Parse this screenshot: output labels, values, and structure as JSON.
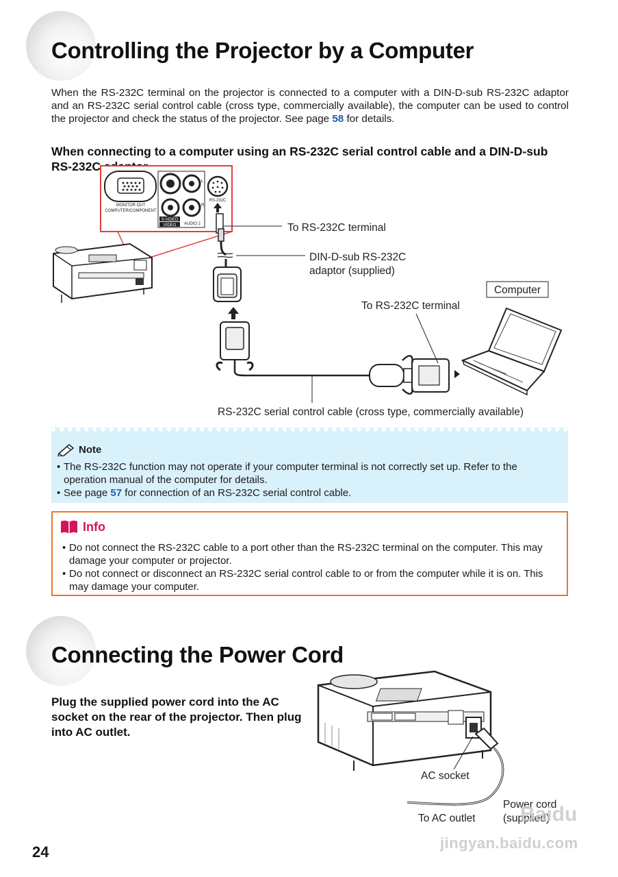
{
  "section1": {
    "title": "Controlling the Projector by a Computer",
    "intro_before": "When the RS-232C terminal on the projector is connected to a computer with a DIN-D-sub RS-232C adaptor and an RS-232C serial control cable (cross type, commercially available), the computer can be used to control the projector and check the status of the projector. See page ",
    "intro_page": "58",
    "intro_after": " for details.",
    "subheading": "When connecting to a computer using an RS-232C serial control cable and a DIN-D-sub RS-232C adaptor"
  },
  "diagram1": {
    "panel_labels": {
      "monitor_out": "MONITOR OUT",
      "computer_component": "COMPUTER/COMPONENT",
      "svideo": "S-VIDEO",
      "video": "VIDEO",
      "audio2": "AUDIO 2",
      "rs232c": "RS-232C",
      "l": "L",
      "r": "R"
    },
    "callouts": {
      "to_rs232c_1": "To RS-232C terminal",
      "adaptor_line1": "DIN-D-sub RS-232C",
      "adaptor_line2": "adaptor (supplied)",
      "computer": "Computer",
      "to_rs232c_2": "To RS-232C terminal",
      "cable": "RS-232C serial control cable (cross type, commercially available)"
    }
  },
  "note": {
    "title": "Note",
    "item1": "The RS-232C function may not operate if your computer terminal is not correctly set up. Refer to the operation manual of the computer for details.",
    "item2_before": "See page ",
    "item2_page": "57",
    "item2_after": " for connection of an RS-232C serial control cable."
  },
  "info": {
    "title": "Info",
    "item1": "Do not connect the RS-232C cable to a port other than the RS-232C terminal on the computer. This may damage your computer or projector.",
    "item2": "Do not connect or disconnect an RS-232C serial control cable to or from the computer while it is on. This may damage your computer."
  },
  "section2": {
    "title": "Connecting the Power Cord",
    "instructions": "Plug the supplied power cord into the AC socket on the rear of the projector. Then plug into AC outlet."
  },
  "diagram2": {
    "ac_socket": "AC socket",
    "power_cord_line1": "Power cord",
    "power_cord_line2": "(supplied)",
    "to_ac_outlet": "To AC outlet"
  },
  "page_number": "24",
  "watermark": {
    "brand": "Baidu",
    "site": "jingyan.baidu.com"
  },
  "colors": {
    "note_bg": "#d9f1fb",
    "info_border": "#e8782a",
    "info_title": "#d4145a",
    "link": "#1f5fa8",
    "panel_frame": "#e0403a"
  }
}
